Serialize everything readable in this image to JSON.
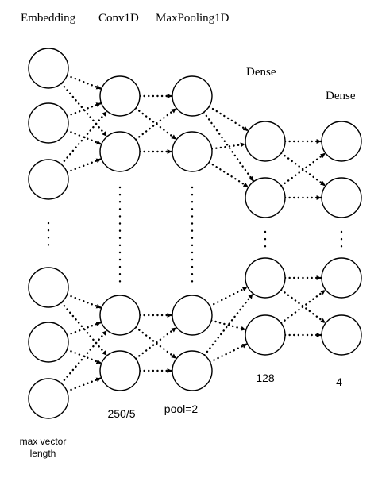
{
  "layers": [
    {
      "name": "Embedding",
      "annotation": ""
    },
    {
      "name": "Conv1D",
      "annotation": "250/5"
    },
    {
      "name": "MaxPooling1D",
      "annotation": "pool=2"
    },
    {
      "name": "Dense",
      "annotation": "128"
    },
    {
      "name": "Dense",
      "annotation": "4"
    }
  ],
  "embedding_note": [
    "max vector",
    "length"
  ],
  "colors": {
    "stroke": "#000000",
    "background": "#ffffff"
  }
}
